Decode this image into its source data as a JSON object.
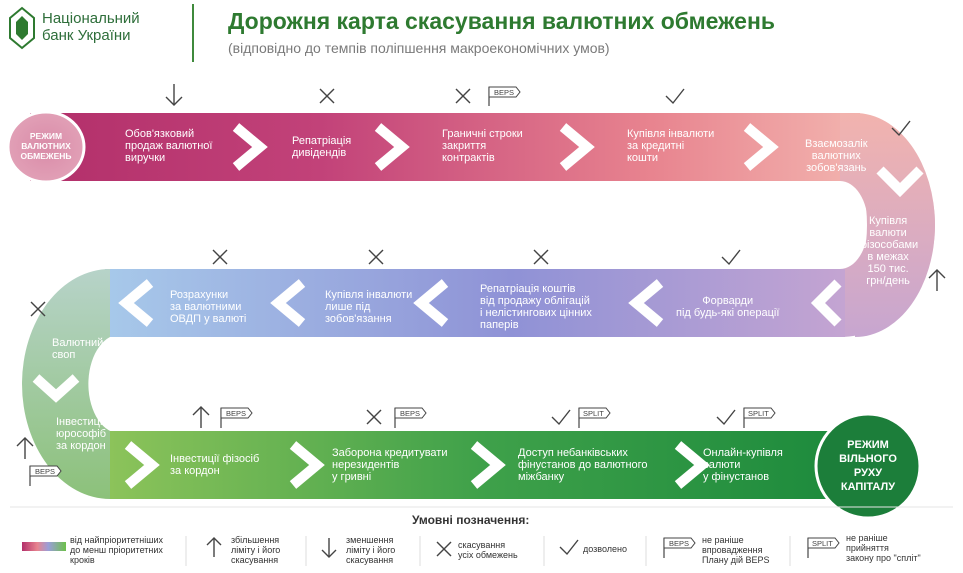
{
  "header": {
    "logo_line1": "Національний",
    "logo_line2": "банк України",
    "title": "Дорожня карта скасування валютних обмежень",
    "subtitle": "(відповідно до темпів поліпшення макроекономічних умов)"
  },
  "start_label": [
    "РЕЖИМ",
    "ВАЛЮТНИХ",
    "ОБМЕЖЕНЬ"
  ],
  "end_label": [
    "РЕЖИМ",
    "ВІЛЬНОГО",
    "РУХУ",
    "КАПІТАЛУ"
  ],
  "steps": {
    "s1": [
      "Обов'язковий",
      "продаж валютної",
      "виручки"
    ],
    "s2": [
      "Репатріація",
      "дивідендів"
    ],
    "s3": [
      "Граничні строки",
      "закриття",
      "контрактів"
    ],
    "s4": [
      "Купівля інвалюти",
      "за кредитні",
      "кошти"
    ],
    "s5": [
      "Взаємозалік",
      "валютних",
      "зобов'язань"
    ],
    "s6": [
      "Купівля",
      "валюти",
      "фізособами",
      "в межах",
      "150 тис.",
      "грн/день"
    ],
    "s7": [
      "Форварди",
      "під будь-які операції"
    ],
    "s8": [
      "Репатріація коштів",
      "від продажу облігацій",
      "і нелістингових цінних",
      "паперів"
    ],
    "s9": [
      "Купівля інвалюти",
      "лише під",
      "зобов'язання"
    ],
    "s10": [
      "Розрахунки",
      "за валютними",
      "ОВДП у валюті"
    ],
    "s11": [
      "Валютний",
      "своп"
    ],
    "s12": [
      "Інвестиції",
      "юрософіб",
      "за кордон"
    ],
    "s13": [
      "Інвестиції фізосіб",
      "за кордон"
    ],
    "s14": [
      "Заборона кредитувати",
      "нерезидентів",
      "у гривні"
    ],
    "s15": [
      "Доступ небанківських",
      "фінустанов до валютного",
      "міжбанку"
    ],
    "s16": [
      "Онлайн-купівля",
      "валюти",
      "у фінустанов"
    ]
  },
  "tags": {
    "beps": "BEPS",
    "split": "SPLIT"
  },
  "legend": {
    "title": "Умовні позначення:",
    "gradient": [
      "від найпріоритетніших",
      "до менш пріоритетних",
      "кроків"
    ],
    "up": [
      "збільшення",
      "ліміту і його",
      "скасування"
    ],
    "down": [
      "зменшення",
      "ліміту і його",
      "скасування"
    ],
    "cross": [
      "скасування",
      "усіх обмежень"
    ],
    "check": [
      "дозволено"
    ],
    "beps": [
      "не раніше",
      "впровадження",
      "Плану дій BEPS"
    ],
    "split": [
      "не раніше",
      "прийняття",
      "закону про \"спліт\""
    ]
  },
  "colors": {
    "brand_green": "#2e7a30",
    "road_start": "#9b2a72",
    "road_mid_pink": "#e6949a",
    "road_blue": "#8e9ed6",
    "road_end": "#1f8a3c"
  }
}
